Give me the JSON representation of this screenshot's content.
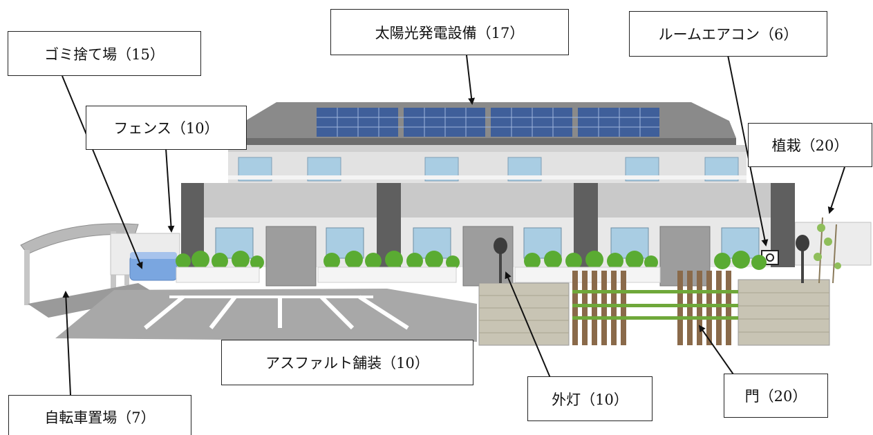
{
  "labels": {
    "solar": "太陽光発電設備（17）",
    "garbage": "ゴミ捨て場（15）",
    "aircon": "ルームエアコン（6）",
    "fence": "フェンス（10）",
    "planting": "植栽（20）",
    "asphalt": "アスファルト舗装（10）",
    "light": "外灯（10）",
    "gate": "門（20）",
    "bicycle": "自転車置場（7）"
  },
  "colors": {
    "roof": "#8a8a8a",
    "wall_light": "#dcdcdc",
    "wall_dark": "#5f5f5f",
    "solar_panel": "#3f5f9a",
    "window": "#a9cde3",
    "shrub": "#5aab32",
    "brick": "#c8c4b4",
    "gate_wood": "#8a6a4a",
    "asphalt": "#a8a8a8",
    "garbage_bin": "#7aa6e0"
  }
}
